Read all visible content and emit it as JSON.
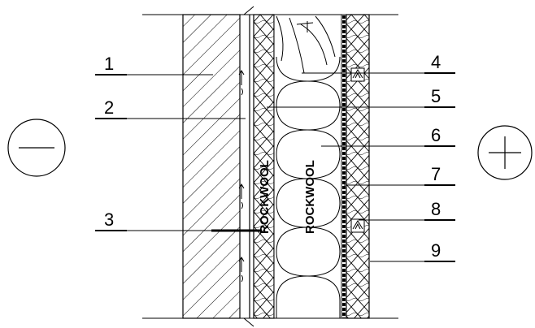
{
  "diagram": {
    "left_symbol": "minus",
    "right_symbol": "plus",
    "layer_text": [
      "ROCKWOOL",
      "ROCKWOOL"
    ],
    "callouts": [
      {
        "label": "1"
      },
      {
        "label": "2"
      },
      {
        "label": "3"
      },
      {
        "label": "4"
      },
      {
        "label": "5"
      },
      {
        "label": "6"
      },
      {
        "label": "7"
      },
      {
        "label": "8"
      },
      {
        "label": "9"
      }
    ]
  }
}
